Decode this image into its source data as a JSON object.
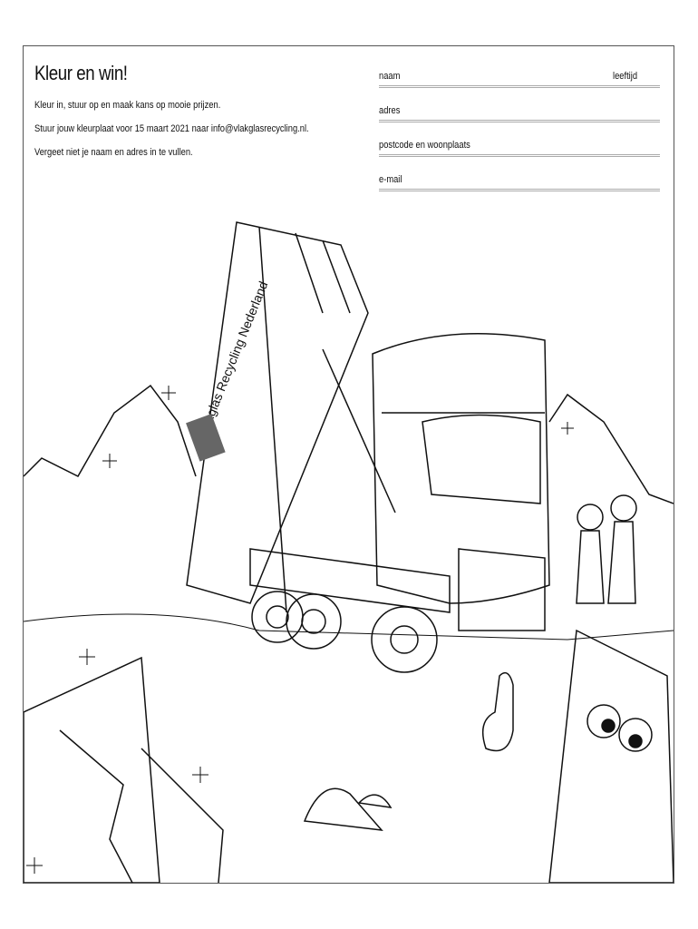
{
  "header": {
    "title": "Kleur en win!",
    "lines": [
      "Kleur in, stuur op en maak kans op mooie prijzen.",
      "Stuur jouw kleurplaat voor 15 maart 2021 naar info@vlakglasrecycling.nl.",
      "Vergeet niet je naam en adres in te vullen."
    ]
  },
  "form": {
    "naam": "naam",
    "leeftijd": "leeftijd",
    "adres": "adres",
    "postcode": "postcode en woonplaats",
    "email": "e-mail"
  },
  "illustration": {
    "logo_text": "Vlakglas Recycling Nederland"
  }
}
